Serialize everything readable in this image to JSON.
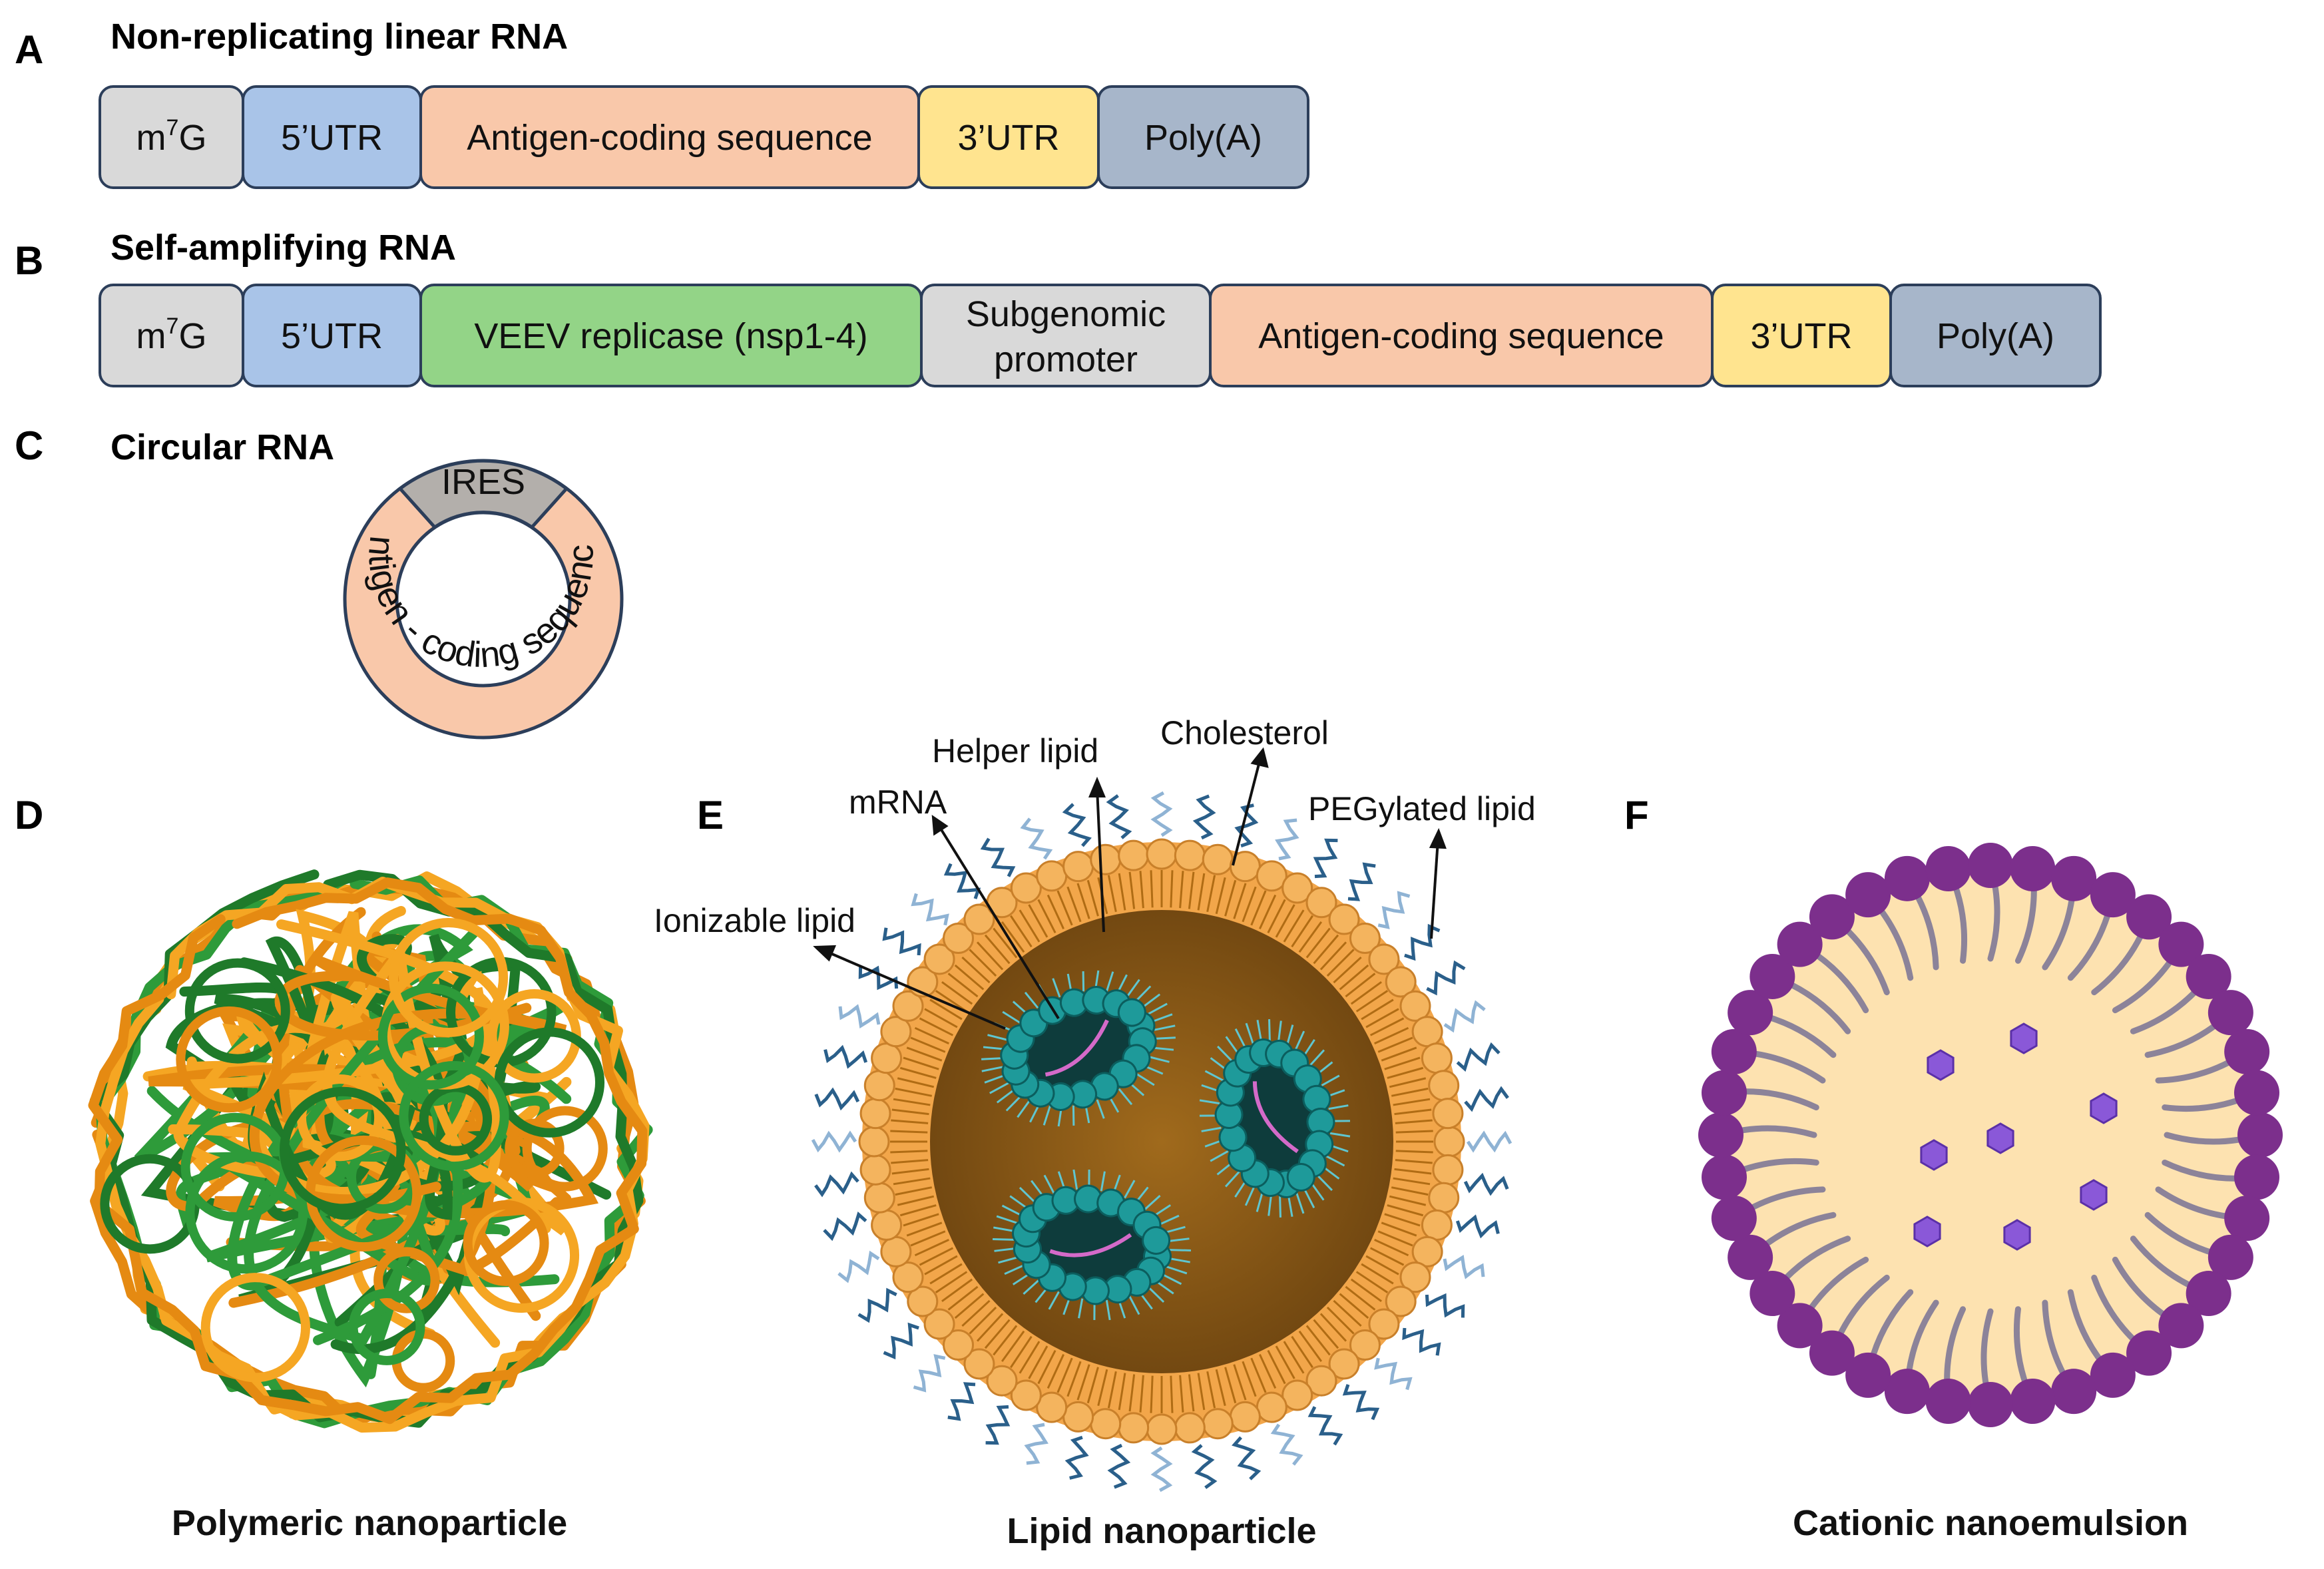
{
  "panels": {
    "A": {
      "letter": "A",
      "title": "Non-replicating linear RNA",
      "segments": [
        {
          "label": "m7G",
          "color": "#d9d9d9"
        },
        {
          "label": "5'UTR",
          "color": "#a9c4e8"
        },
        {
          "label": "Antigen-coding sequence",
          "color": "#f9c8aa"
        },
        {
          "label": "3'UTR",
          "color": "#ffe48f"
        },
        {
          "label": "Poly(A)",
          "color": "#a7b6ca"
        }
      ]
    },
    "B": {
      "letter": "B",
      "title": "Self-amplifying RNA",
      "segments": [
        {
          "label": "m7G",
          "color": "#d9d9d9"
        },
        {
          "label": "5'UTR",
          "color": "#a9c4e8"
        },
        {
          "label": "VEEV replicase (nsp1-4)",
          "color": "#93d487"
        },
        {
          "label_line1": "Subgenomic",
          "label_line2": "promoter",
          "color": "#d9d9d9"
        },
        {
          "label": "Antigen-coding sequence",
          "color": "#f9c8aa"
        },
        {
          "label": "3'UTR",
          "color": "#ffe48f"
        },
        {
          "label": "Poly(A)",
          "color": "#a7b6ca"
        }
      ]
    },
    "C": {
      "letter": "C",
      "title": "Circular RNA",
      "ires": "IRES",
      "ring_text": "Antigen - coding sequence",
      "ring_color": "#f9c8aa",
      "ires_color": "#b3afab"
    },
    "D": {
      "letter": "D",
      "caption": "Polymeric nanoparticle",
      "colors": [
        "#f5a623",
        "#e58a12",
        "#2e9b3a",
        "#1f7a2a"
      ]
    },
    "E": {
      "letter": "E",
      "caption": "Lipid nanoparticle",
      "labels": {
        "helper": "Helper lipid",
        "cholesterol": "Cholesterol",
        "mrna": "mRNA",
        "peg": "PEGylated lipid",
        "ionizable": "Ionizable lipid"
      },
      "colors": {
        "shell": "#f2a64a",
        "core": "#8a5a14",
        "micelle": "#1e9a9a",
        "rna": "#d46ac9"
      }
    },
    "F": {
      "letter": "F",
      "caption": "Cationic nanoemulsion",
      "colors": {
        "head": "#7c2f8c",
        "core": "#fde2b0",
        "tail": "#8c8399",
        "drug": "#8a58d8"
      }
    }
  }
}
